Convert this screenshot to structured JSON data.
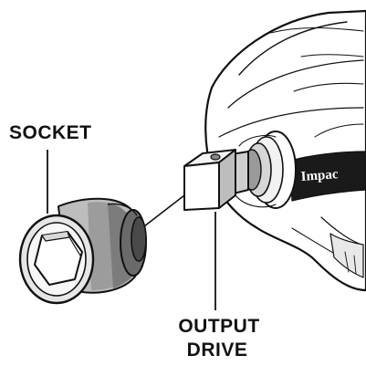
{
  "labels": {
    "socket": "SOCKET",
    "output_drive_line1": "OUTPUT",
    "output_drive_line2": "DRIVE"
  },
  "tool": {
    "brand_text": "Impac"
  },
  "colors": {
    "ink": "#111111",
    "background": "#ffffff"
  }
}
